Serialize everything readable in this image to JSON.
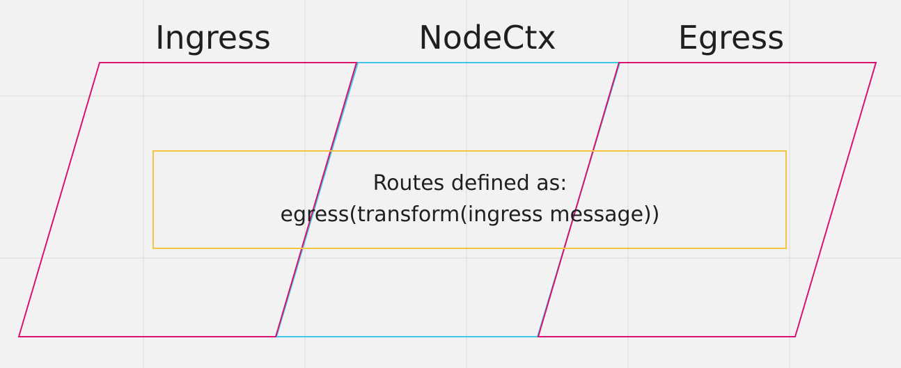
{
  "diagram": {
    "labels": {
      "ingress": "Ingress",
      "nodectx": "NodeCtx",
      "egress": "Egress"
    },
    "note": {
      "line1": "Routes defined as:",
      "line2": "egress(transform(ingress message))"
    },
    "colors": {
      "background": "#f2f2f2",
      "grid": "#e2e2e2",
      "ingress_stroke": "#d6136f",
      "nodectx_stroke": "#3ec7e6",
      "egress_stroke": "#d6136f",
      "note_stroke": "#f5c542",
      "text": "#1f1f1f"
    }
  }
}
